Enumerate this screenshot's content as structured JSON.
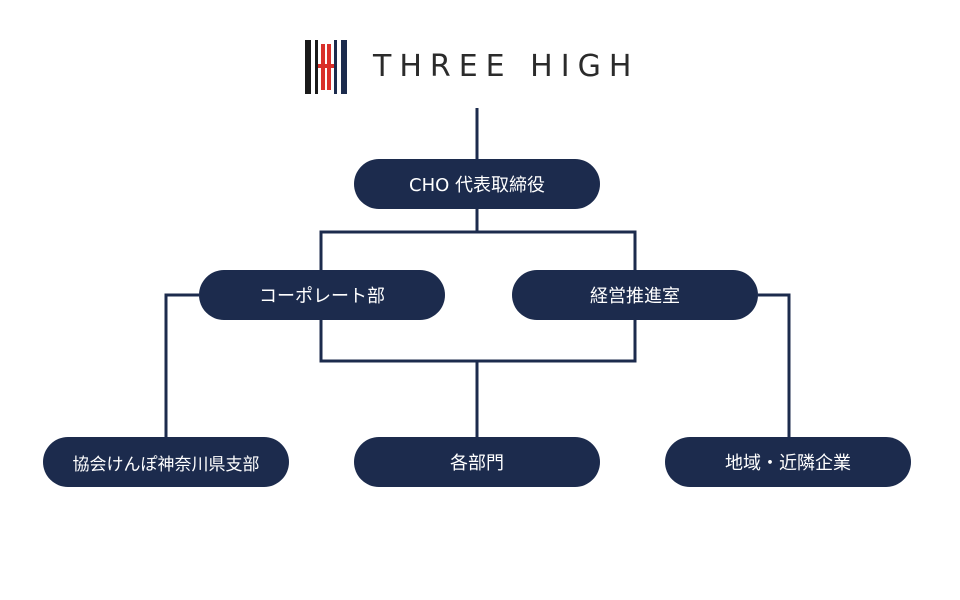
{
  "logo": {
    "text": "THREE HIGH",
    "colors": {
      "black": "#1a1a1a",
      "red": "#d9302b",
      "navy": "#1c2b4d"
    },
    "icon": "three-high-logo-icon"
  },
  "nodes": {
    "cho": "CHO 代表取締役",
    "corporate": "コーポレート部",
    "management": "経営推進室",
    "kenpo": "協会けんぽ神奈川県支部",
    "departments": "各部門",
    "regional": "地域・近隣企業"
  },
  "colors": {
    "node_fill": "#1c2b4d",
    "node_text": "#ffffff",
    "connector": "#1c2b4d"
  }
}
